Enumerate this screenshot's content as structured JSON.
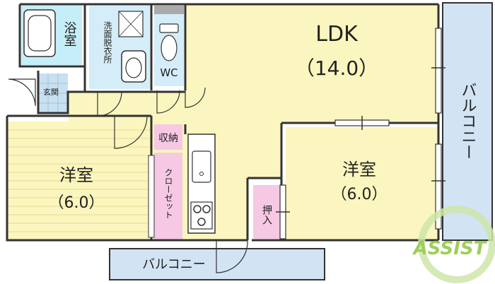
{
  "rooms": {
    "ldk": {
      "label": "LDK",
      "size": "（14.0）"
    },
    "bedroom_left": {
      "label": "洋室",
      "size": "（6.0）"
    },
    "bedroom_right": {
      "label": "洋室",
      "size": "（6.0）"
    },
    "bath": {
      "label": "浴室"
    },
    "washroom": {
      "label": "洗面脱衣所"
    },
    "toilet": {
      "label": "WC"
    },
    "entrance": {
      "label": "玄関"
    },
    "storage": {
      "label": "収納"
    },
    "closet": {
      "label": "クローゼット"
    },
    "oshiire": {
      "label": "押入"
    },
    "balcony_right": {
      "label": "バルコニー"
    },
    "balcony_bottom": {
      "label": "バルコニー"
    }
  },
  "watermark": {
    "text": "ASSIST"
  },
  "colors": {
    "ldk": "#fbf6bf",
    "bath": "#c6eef8",
    "washroom": "#d4edf8",
    "toilet": "#d4edf8",
    "entrance": "#c8e0f0",
    "bedroom": "#fbf6bf",
    "storage": "#f6c8e4",
    "balcony": "#d2e3f4",
    "watermark": "#8cc63f"
  }
}
